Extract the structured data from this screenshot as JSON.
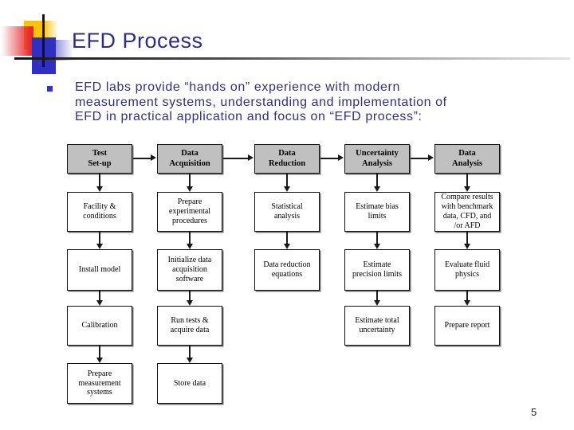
{
  "slide": {
    "title": "EFD Process",
    "page_number": "5",
    "bullet": {
      "text": "EFD labs provide “hands on” experience with modern measurement systems, understanding and implementation of EFD in practical application and focus on “EFD process”:"
    }
  },
  "colors": {
    "title_text": "#2e2e7f",
    "body_text": "#30307c",
    "bullet_square": "#3333cc",
    "stage_header_fill": "#c0c0c0",
    "step_box_fill": "#ffffff",
    "box_border": "#111111",
    "arrow": "#1a1a1a",
    "logo_yellow": "#fec10d",
    "logo_red": "#e8262d",
    "logo_blue": "#2f2fc1"
  },
  "flowchart": {
    "stages": [
      {
        "label": "Test\nSet-up",
        "steps": [
          "Facility &\nconditions",
          "Install model",
          "Calibration",
          "Prepare\nmeasurement\nsystems"
        ]
      },
      {
        "label": "Data\nAcquisition",
        "steps": [
          "Prepare\nexperimental\nprocedures",
          "Initialize data\nacquisition\nsoftware",
          "Run tests &\nacquire data",
          "Store data"
        ]
      },
      {
        "label": "Data\nReduction",
        "steps": [
          "Statistical\nanalysis",
          "Data reduction\nequations"
        ]
      },
      {
        "label": "Uncertainty\nAnalysis",
        "steps": [
          "Estimate bias\nlimits",
          "Estimate\nprecision limits",
          "Estimate total\nuncertainty"
        ]
      },
      {
        "label": "Data\nAnalysis",
        "steps": [
          "Compare results\nwith benchmark\ndata, CFD, and\n/or AFD",
          "Evaluate fluid\nphysics",
          "Prepare report"
        ]
      }
    ]
  }
}
